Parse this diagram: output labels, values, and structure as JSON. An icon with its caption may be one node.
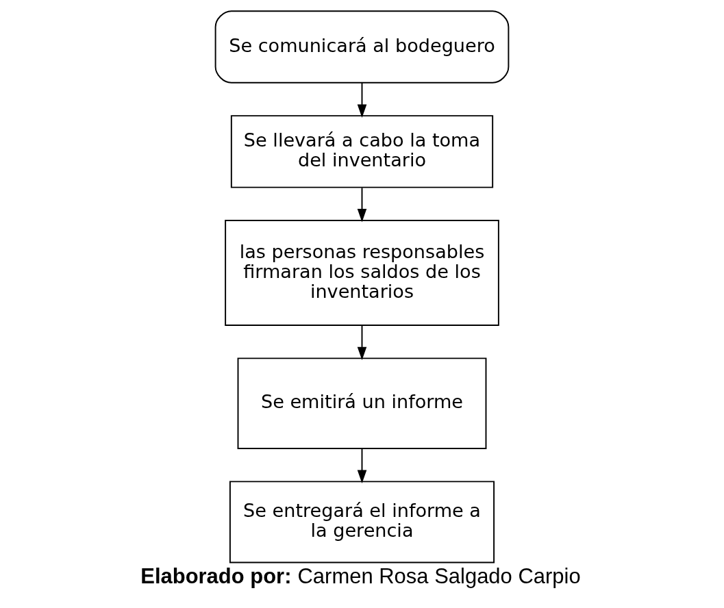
{
  "diagram": {
    "caption": "**Elaborado por:** Carmen Rosa Salgado Carpio",
    "nodes": [
      {
        "text": [
          "Se comunicará al bodeguero"
        ]
      },
      {
        "text": [
          "Se llevará a cabo la toma del inventario"
        ]
      },
      {
        "text": [
          "las personas responsables firmaran los saldos de los inventarios"
        ]
      },
      {
        "text": [
          "Se emitirá un informe"
        ]
      },
      {
        "text": [
          "Se entregará el informe a la gerencia"
        ]
      }
    ],
    "edges": [
      {
        "from": 0,
        "to": 1,
        "arrow": "to"
      },
      {
        "from": 1,
        "to": 2,
        "arrow": "to"
      },
      {
        "from": 2,
        "to": 3,
        "arrow": "to"
      },
      {
        "from": 3,
        "to": 4,
        "arrow": "to"
      }
    ]
  }
}
